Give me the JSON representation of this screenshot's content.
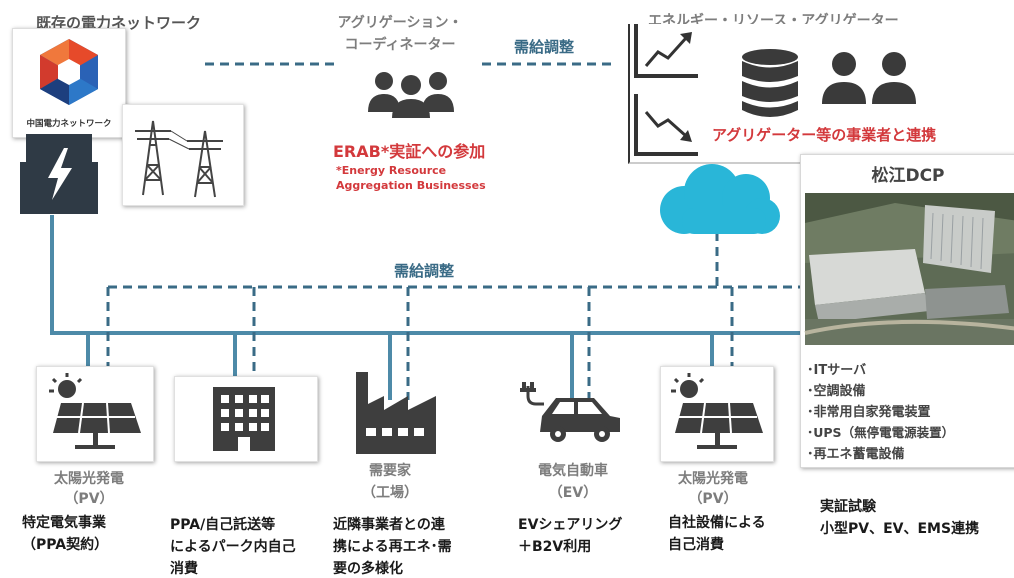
{
  "grid": {
    "title": "既存の電力ネットワーク",
    "company_logo_text": "中国電力ネットワーク"
  },
  "aggregation_coordinator": {
    "title_line1": "アグリゲーション・",
    "title_line2": "コーディネーター",
    "erab_title": "ERAB*実証への参加",
    "erab_note_line1": "*Energy Resource",
    "erab_note_line2": "Aggregation Businesses"
  },
  "supply_demand_top": "需給調整",
  "supply_demand_mid": "需給調整",
  "era": {
    "title": "エネルギー・リソース・アグリゲーター",
    "partnership": "アグリゲーター等の事業者と連携"
  },
  "dcp": {
    "title": "松江DCP",
    "equipment": [
      "･ITサーバ",
      "･空調設備",
      "･非常用自家発電装置",
      "･UPS（無停電電源装置）",
      "･再エネ蓄電設備"
    ],
    "test_title": "実証試験",
    "test_desc": "小型PV、EV、EMS連携"
  },
  "resources": [
    {
      "name_line1": "太陽光発電",
      "name_line2": "（PV）",
      "desc_lines": [
        "特定電気事業",
        "（PPA契約）"
      ],
      "icon": "solar-panel-icon"
    },
    {
      "name_line1": "",
      "name_line2": "",
      "desc_lines": [
        "PPA/自己託送等",
        "によるパーク内自己",
        "消費"
      ],
      "icon": "office-building-icon"
    },
    {
      "name_line1": "需要家",
      "name_line2": "（工場）",
      "desc_lines": [
        "近隣事業者との連",
        "携による再エネ･需",
        "要の多様化"
      ],
      "icon": "factory-icon"
    },
    {
      "name_line1": "電気自動車",
      "name_line2": "（EV）",
      "desc_lines": [
        "EVシェアリング",
        "＋B2V利用"
      ],
      "icon": "electric-car-icon"
    },
    {
      "name_line1": "太陽光発電",
      "name_line2": "（PV）",
      "desc_lines": [
        "自社設備による",
        "自己消費"
      ],
      "icon": "solar-panel-icon"
    }
  ],
  "colors": {
    "power_line": "#4d8aa8",
    "dashed_line": "#3a6b86",
    "icon_dark": "#3e3e3e",
    "accent_red": "#d3393c",
    "cloud": "#29b6d8"
  }
}
